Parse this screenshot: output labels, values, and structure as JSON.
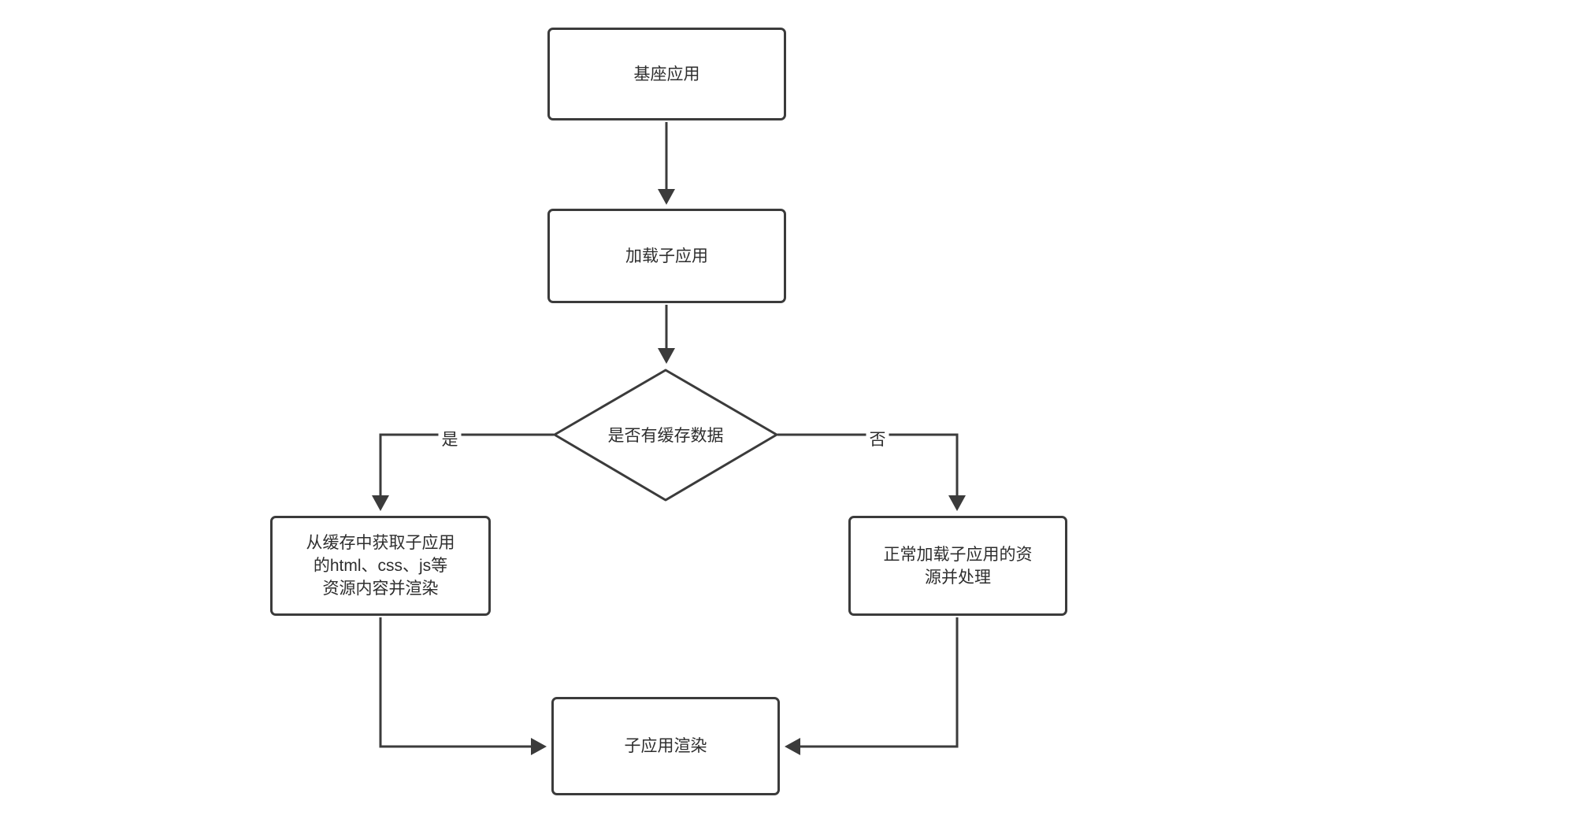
{
  "diagram": {
    "type": "flowchart",
    "nodes": {
      "base_app": {
        "label": "基座应用"
      },
      "load_subapp": {
        "label": "加载子应用"
      },
      "has_cache": {
        "label": "是否有缓存数据"
      },
      "from_cache": {
        "lines": [
          "从缓存中获取子应用",
          "的html、css、js等",
          "资源内容并渲染"
        ]
      },
      "normal_load": {
        "lines": [
          "正常加载子应用的资",
          "源并处理"
        ]
      },
      "render_app": {
        "label": "子应用渲染"
      }
    },
    "edge_labels": {
      "yes": "是",
      "no": "否"
    },
    "colors": {
      "stroke": "#3b3b3b",
      "text": "#2e2e2e",
      "background": "#ffffff"
    }
  }
}
